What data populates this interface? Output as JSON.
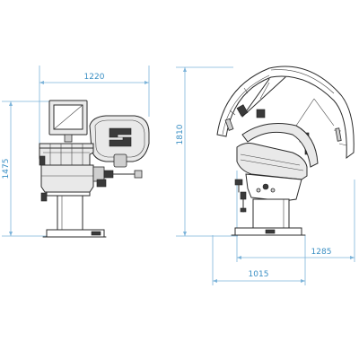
{
  "dimensions": {
    "front_width": "1220",
    "front_height": "1475",
    "side_height": "1810",
    "side_depth_total": "1285",
    "side_depth_base": "1015"
  },
  "colors": {
    "dimension": "#3a8fc4",
    "line": "#2b2b2b"
  }
}
